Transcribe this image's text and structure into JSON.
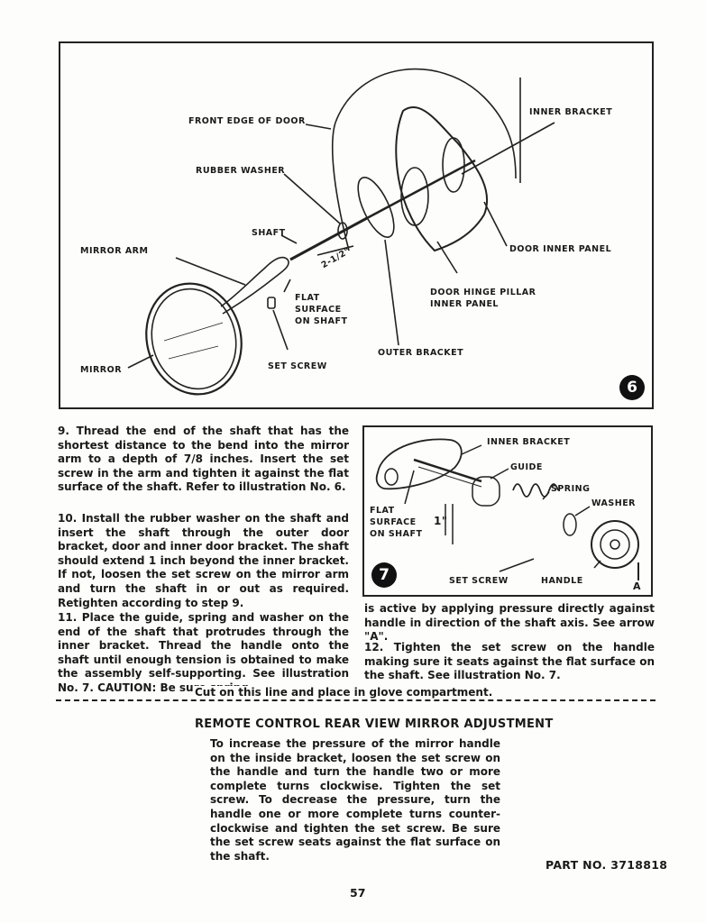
{
  "figure6": {
    "labels": {
      "front_edge": "FRONT EDGE OF DOOR",
      "rubber_washer": "RUBBER WASHER",
      "inner_bracket": "INNER BRACKET",
      "shaft": "SHAFT",
      "mirror_arm": "MIRROR ARM",
      "door_inner_panel": "DOOR INNER PANEL",
      "dimension": "2-1/2\"",
      "flat_surface": "FLAT\nSURFACE\nON SHAFT",
      "door_hinge_pillar": "DOOR HINGE PILLAR\nINNER PANEL",
      "outer_bracket": "OUTER BRACKET",
      "set_screw": "SET SCREW",
      "mirror": "MIRROR"
    },
    "number": "6"
  },
  "figure7": {
    "labels": {
      "inner_bracket": "INNER BRACKET",
      "guide": "GUIDE",
      "spring": "SPRING",
      "washer": "WASHER",
      "flat_surface": "FLAT\nSURFACE\nON SHAFT",
      "one_inch": "1\"",
      "set_screw": "SET SCREW",
      "handle": "HANDLE",
      "arrow_a": "A"
    },
    "number": "7"
  },
  "text": {
    "step9": "9. Thread the end of the shaft that has the shortest distance to the bend into the mirror arm to a depth of 7/8 inches. Insert the set screw in the arm and tighten it against the flat surface of the shaft. Refer to illustration No. 6.",
    "step10": "10. Install the rubber washer on the shaft and insert the shaft through the outer door bracket, door and inner door bracket. The shaft should extend 1 inch beyond the inner bracket. If not, loosen the set screw on the mirror arm and turn the shaft in or out as required. Retighten according to step 9.",
    "step11": "11. Place the guide, spring and washer on the end of the shaft that protrudes through the inner bracket. Thread the handle onto the shaft until enough tension is obtained to make the assembly self-supporting. See illustration No. 7. CAUTION: Be sure spring",
    "step11_cont": "is active by applying pressure directly against handle in direction of the shaft axis. See arrow \"A\".",
    "step12": "12. Tighten the set screw on the handle making sure it seats against the flat surface on the shaft. See illustration No. 7.",
    "cut_line": "Cut on this line and place in glove compartment.",
    "heading": "REMOTE CONTROL REAR VIEW MIRROR ADJUSTMENT",
    "adjustment": "To increase the pressure of the mirror handle on the inside bracket, loosen the set screw on the handle and turn the handle two or more complete turns clockwise. Tighten the set screw. To decrease the pressure, turn the handle one or more complete turns counter-clockwise and tighten the set screw. Be sure the set screw seats against the flat surface on the shaft.",
    "part_no": "PART NO. 3718818",
    "page": "57"
  }
}
